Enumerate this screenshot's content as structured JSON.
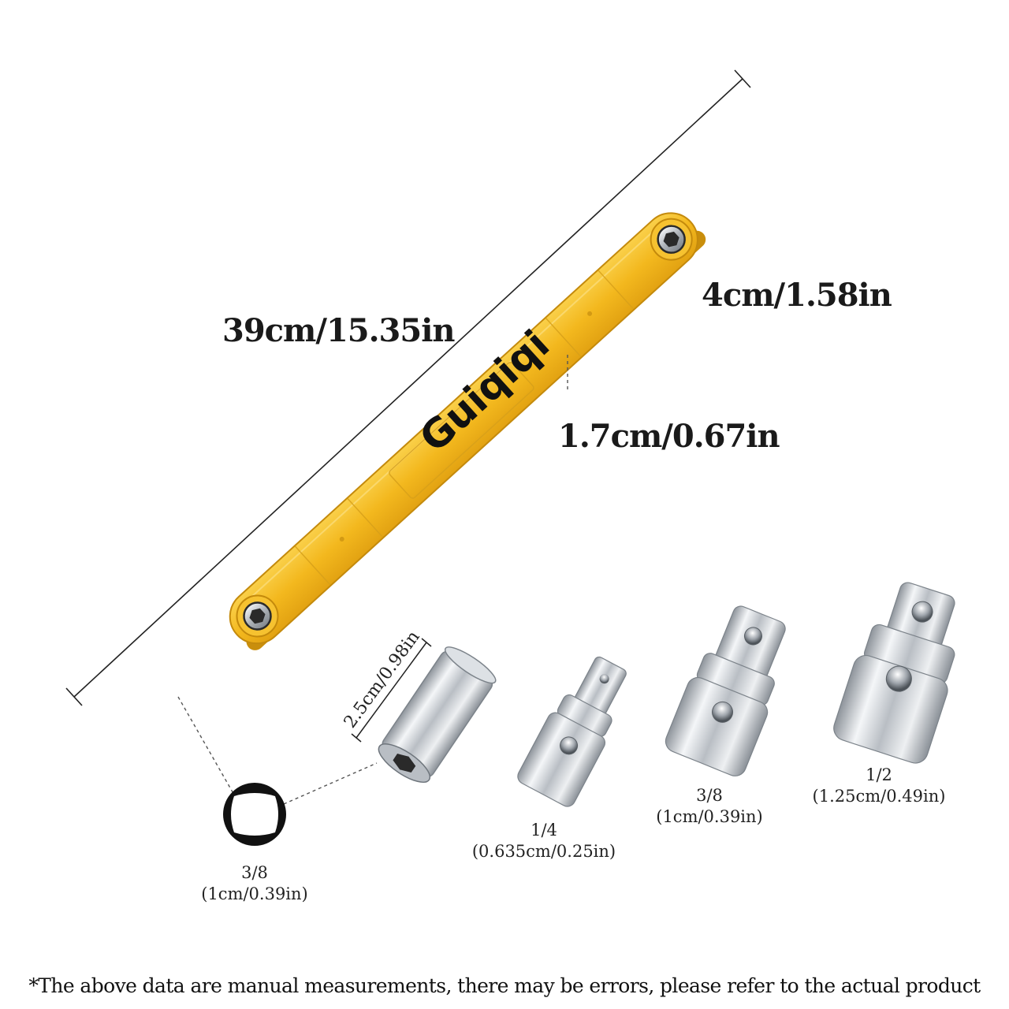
{
  "product": {
    "brand": "Guiqiqi",
    "body_color": "#F3B81E",
    "edge_color": "#C98E0C",
    "metal_color": "#C9CDD2"
  },
  "dimensions": {
    "length": "39cm/15.35in",
    "width": "4cm/1.58in",
    "thickness": "1.7cm/0.67in",
    "socket_length": "2.5cm/0.98in"
  },
  "drive_socket": {
    "size": "3/8",
    "metric": "(1cm/0.39in)"
  },
  "adapters": [
    {
      "size": "1/4",
      "metric": "(0.635cm/0.25in)"
    },
    {
      "size": "3/8",
      "metric": "(1cm/0.39in)"
    },
    {
      "size": "1/2",
      "metric": "(1.25cm/0.49in)"
    }
  ],
  "disclaimer": "*The above data are manual measurements, there may be errors, please refer to the actual product"
}
